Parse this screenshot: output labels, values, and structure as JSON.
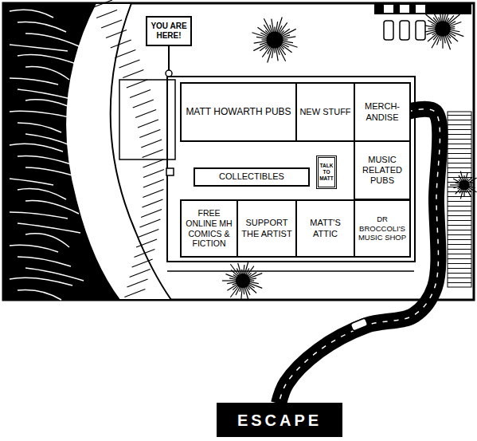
{
  "diagram": {
    "nodes": [
      {
        "text": [
          "YOU ARE HERE!"
        ]
      },
      {
        "text": [
          "MATT HOWARTH PUBS"
        ]
      },
      {
        "text": [
          "NEW STUFF"
        ]
      },
      {
        "text": [
          "MERCH- ANDISE"
        ]
      },
      {
        "text": [
          "COLLECTIBLES"
        ]
      },
      {
        "text": [
          "TALK TO MATT"
        ]
      },
      {
        "text": [
          "MUSIC RELATED PUBS"
        ]
      },
      {
        "text": [
          "FREE ONLINE MH COMICS & FICTION"
        ]
      },
      {
        "text": [
          "SUPPORT THE ARTIST"
        ]
      },
      {
        "text": [
          "MATT'S ATTIC"
        ]
      },
      {
        "text": [
          "DR BROCCOLI'S MUSIC SHOP"
        ]
      },
      {
        "text": [
          "ESCAPE"
        ]
      }
    ]
  }
}
